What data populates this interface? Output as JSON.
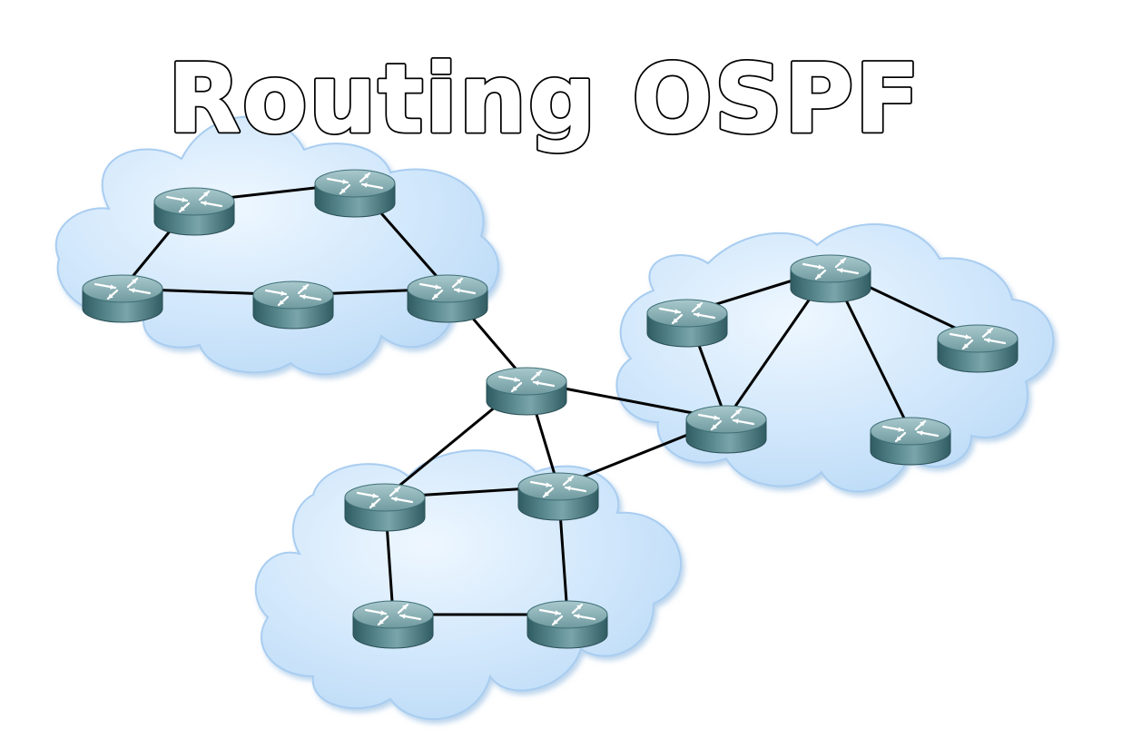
{
  "title": "Routing OSPF",
  "colors": {
    "cloud_fill": "#cfe6fb",
    "cloud_edge": "#a9cdf0",
    "router_top": "#7fa8ae",
    "router_side": "#3f6f76",
    "link": "#000000",
    "title_stroke": "#000000",
    "title_fill": "#ffffff"
  },
  "diagram": {
    "clouds": [
      {
        "id": "cloud-area-1"
      },
      {
        "id": "cloud-area-2"
      },
      {
        "id": "cloud-area-3"
      }
    ],
    "routers": [
      {
        "id": "r1",
        "icon": "router-icon"
      },
      {
        "id": "r2",
        "icon": "router-icon"
      },
      {
        "id": "r3",
        "icon": "router-icon"
      },
      {
        "id": "r4",
        "icon": "router-icon"
      },
      {
        "id": "r5",
        "icon": "router-icon"
      },
      {
        "id": "r6",
        "icon": "router-icon"
      },
      {
        "id": "r7",
        "icon": "router-icon"
      },
      {
        "id": "r8",
        "icon": "router-icon"
      },
      {
        "id": "r9",
        "icon": "router-icon"
      },
      {
        "id": "r10",
        "icon": "router-icon"
      },
      {
        "id": "r11",
        "icon": "router-icon"
      },
      {
        "id": "r12",
        "icon": "router-icon"
      },
      {
        "id": "r13",
        "icon": "router-icon"
      },
      {
        "id": "r14",
        "icon": "router-icon"
      },
      {
        "id": "r15",
        "icon": "router-icon"
      }
    ],
    "links": [
      [
        "r1",
        "r2"
      ],
      [
        "r1",
        "r3"
      ],
      [
        "r3",
        "r4"
      ],
      [
        "r4",
        "r5"
      ],
      [
        "r2",
        "r5"
      ],
      [
        "r5",
        "r6"
      ],
      [
        "r6",
        "r7"
      ],
      [
        "r6",
        "r8"
      ],
      [
        "r6",
        "r12"
      ],
      [
        "r7",
        "r8"
      ],
      [
        "r8",
        "r12"
      ],
      [
        "r7",
        "r9"
      ],
      [
        "r9",
        "r10"
      ],
      [
        "r10",
        "r8"
      ],
      [
        "r11",
        "r13"
      ],
      [
        "r13",
        "r12"
      ],
      [
        "r11",
        "r12"
      ],
      [
        "r13",
        "r15"
      ],
      [
        "r13",
        "r14"
      ]
    ]
  }
}
